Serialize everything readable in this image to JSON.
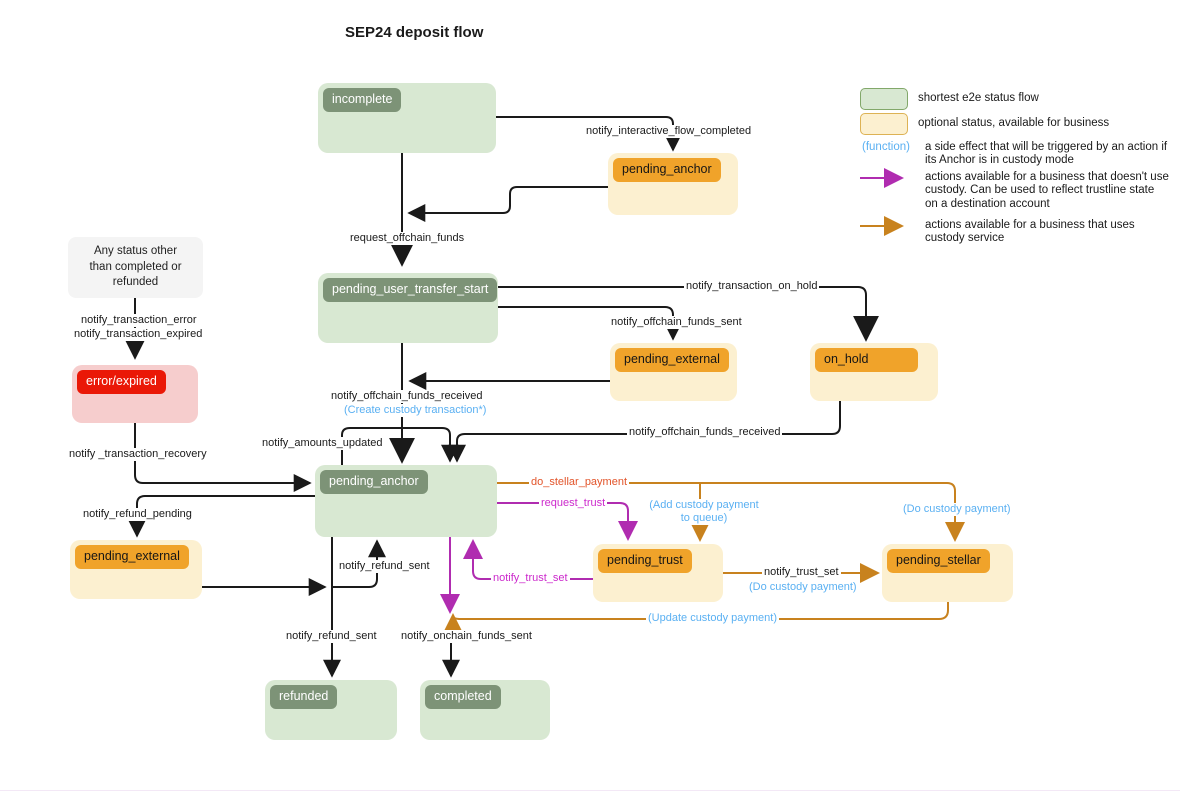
{
  "title": "SEP24 deposit flow",
  "nodes": {
    "any_status": "Any status other than completed or refunded",
    "incomplete": "incomplete",
    "pending_anchor_top": "pending_anchor",
    "pending_user_transfer_start": "pending_user_transfer_start",
    "pending_external_top": "pending_external",
    "on_hold": "on_hold",
    "error_expired": "error/expired",
    "pending_anchor": "pending_anchor",
    "pending_external_bottom": "pending_external",
    "pending_trust": "pending_trust",
    "pending_stellar": "pending_stellar",
    "refunded": "refunded",
    "completed": "completed"
  },
  "edge_labels": {
    "interactive_flow_completed": "notify_interactive_flow_completed",
    "request_offchain_funds": "request_offchain_funds",
    "transaction_on_hold": "notify_transaction_on_hold",
    "offchain_funds_sent": "notify_offchain_funds_sent",
    "transaction_error": "notify_transaction_error",
    "transaction_expired": "notify_transaction_expired",
    "offchain_funds_received": "notify_offchain_funds_received",
    "create_custody_transaction": "(Create custody transaction*)",
    "amounts_updated": "notify_amounts_updated",
    "offchain_funds_received_on_hold": "notify_offchain_funds_received",
    "transaction_recovery": "notify _transaction_recovery",
    "refund_pending": "notify_refund_pending",
    "do_stellar_payment": "do_stellar_payment",
    "request_trust": "request_trust",
    "add_custody_payment_to_queue": "(Add custody payment to queue)",
    "do_custody_payment_stellar": "(Do custody payment)",
    "refund_sent_to_anchor": "notify_refund_sent",
    "trust_set_to_anchor": "notify_trust_set",
    "trust_set_to_stellar": "notify_trust_set",
    "do_custody_payment_mid": "(Do custody payment)",
    "update_custody_payment": "(Update custody payment)",
    "refund_sent_to_refunded": "notify_refund_sent",
    "onchain_funds_sent": "notify_onchain_funds_sent"
  },
  "legend": {
    "green_label": "shortest e2e status flow",
    "yellow_label": "optional status, available for business",
    "function_token": "(function)",
    "function_desc": "a side effect that will be triggered by an action if its Anchor is in custody mode",
    "no_custody_desc": "actions available for a business that doesn't use custody. Can be used to reflect trustline state on a destination account",
    "custody_desc": "actions available for a business that uses custody service"
  },
  "colors": {
    "status_green_fill": "#d8e8d2",
    "status_green_chip": "#7d9377",
    "optional_yellow_fill": "#fcf0d0",
    "optional_yellow_chip": "#f0a32a",
    "error_pink_fill": "#f6cdcd",
    "error_red_chip": "#ea1807",
    "neutral_gray_fill": "#f4f4f4",
    "arrow_black": "#1a1a1a",
    "arrow_no_custody_magenta": "#b02cb0",
    "arrow_custody_orange": "#c8821e",
    "label_payment_orange": "#e2542a",
    "label_function_blue": "#5ab0f2"
  }
}
